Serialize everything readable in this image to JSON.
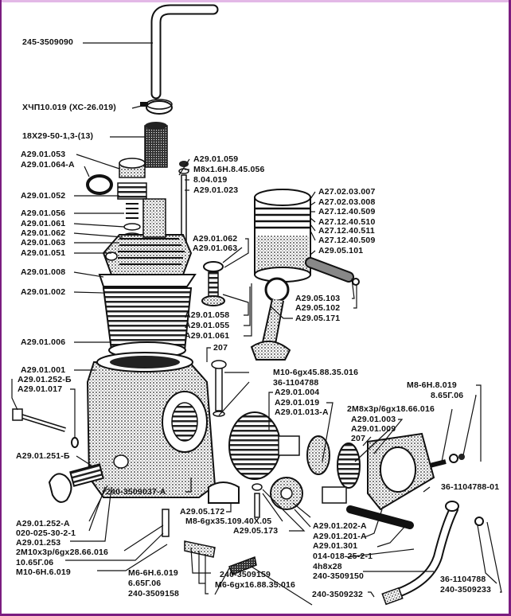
{
  "diagram": {
    "title": "Compressor exploded view",
    "colors": {
      "frame": "#7b1d80",
      "ink": "#111111",
      "background": "#ffffff"
    },
    "labels": [
      {
        "id": "l1",
        "text": "245-3509090"
      },
      {
        "id": "l2",
        "text": "ХЧП10.019 (ХС-26.019)"
      },
      {
        "id": "l3",
        "text": "18Х29-50-1,3-(13)"
      },
      {
        "id": "l4",
        "text": "А29.01.053"
      },
      {
        "id": "l5",
        "text": "А29.01.064-А"
      },
      {
        "id": "l6",
        "text": "А29.01.052"
      },
      {
        "id": "l7",
        "text": "А29.01.056"
      },
      {
        "id": "l8",
        "text": "А29.01.061"
      },
      {
        "id": "l9",
        "text": "А29.01.062"
      },
      {
        "id": "l10",
        "text": "А29.01.063"
      },
      {
        "id": "l11",
        "text": "А29.01.051"
      },
      {
        "id": "l12",
        "text": "А29.01.008"
      },
      {
        "id": "l13",
        "text": "А29.01.002"
      },
      {
        "id": "l14",
        "text": "А29.01.006"
      },
      {
        "id": "l15",
        "text": "А29.01.001"
      },
      {
        "id": "l16",
        "text": "А29.01.252-Б"
      },
      {
        "id": "l17",
        "text": "А29.01.017"
      },
      {
        "id": "l18",
        "text": "А29.01.251-Б"
      },
      {
        "id": "l19",
        "text": "А29.01.252-А"
      },
      {
        "id": "l20",
        "text": "020-025-30-2-1"
      },
      {
        "id": "l21",
        "text": "А29.01.253"
      },
      {
        "id": "l22",
        "text": "2М10х3р/6gх28.66.016"
      },
      {
        "id": "l23",
        "text": "10.65Г.06"
      },
      {
        "id": "l24",
        "text": "М10-6Н.6.019"
      },
      {
        "id": "l25",
        "text": "А29.01.059"
      },
      {
        "id": "l26",
        "text": "М8х1.6Н.8.45.056"
      },
      {
        "id": "l27",
        "text": "8.04.019"
      },
      {
        "id": "l28",
        "text": "А29.01.023"
      },
      {
        "id": "l29",
        "text": "А29.01.062"
      },
      {
        "id": "l30",
        "text": "А29.01.063"
      },
      {
        "id": "l31",
        "text": "А29.01.058"
      },
      {
        "id": "l32",
        "text": "А29.01.055"
      },
      {
        "id": "l33",
        "text": "А29.01.061"
      },
      {
        "id": "l34",
        "text": "207"
      },
      {
        "id": "l35",
        "text": "А27.02.03.007"
      },
      {
        "id": "l36",
        "text": "А27.02.03.008"
      },
      {
        "id": "l37",
        "text": "А27.12.40.509"
      },
      {
        "id": "l38",
        "text": "А27.12.40.510"
      },
      {
        "id": "l39",
        "text": "А27.12.40.511"
      },
      {
        "id": "l40",
        "text": "А27.12.40.509"
      },
      {
        "id": "l41",
        "text": "А29.05.101"
      },
      {
        "id": "l42",
        "text": "А29.05.103"
      },
      {
        "id": "l43",
        "text": "А29.05.102"
      },
      {
        "id": "l44",
        "text": "А29.05.171"
      },
      {
        "id": "l45",
        "text": "М10-6gх45.88.35.016"
      },
      {
        "id": "l46",
        "text": "36-1104788"
      },
      {
        "id": "l47",
        "text": "А29.01.004"
      },
      {
        "id": "l48",
        "text": "А29.01.019"
      },
      {
        "id": "l49",
        "text": "А29.01.013-А"
      },
      {
        "id": "l50",
        "text": "М8-6Н.8.019"
      },
      {
        "id": "l51",
        "text": "8.65Г.06"
      },
      {
        "id": "l52",
        "text": "2М8х3р/6gх18.66.016"
      },
      {
        "id": "l53",
        "text": "А29.01.003"
      },
      {
        "id": "l54",
        "text": "А29.01.009"
      },
      {
        "id": "l55",
        "text": "207"
      },
      {
        "id": "l56",
        "text": "36-1104788-01"
      },
      {
        "id": "l57",
        "text": "240-3509037-А"
      },
      {
        "id": "l58",
        "text": "А29.05.172"
      },
      {
        "id": "l59",
        "text": "М8-6gх35.109.40Х.05"
      },
      {
        "id": "l60",
        "text": "А29.05.173"
      },
      {
        "id": "l61",
        "text": "А29.01.202-А"
      },
      {
        "id": "l62",
        "text": "А29.01.201-А"
      },
      {
        "id": "l63",
        "text": "А29.01.301"
      },
      {
        "id": "l64",
        "text": "014-018-25-2-1"
      },
      {
        "id": "l65",
        "text": "4h8х28"
      },
      {
        "id": "l66",
        "text": "240-3509150"
      },
      {
        "id": "l67",
        "text": "М6-6Н.6.019"
      },
      {
        "id": "l68",
        "text": "6.65Г.06"
      },
      {
        "id": "l69",
        "text": "240-3509158"
      },
      {
        "id": "l70",
        "text": "240-3509159"
      },
      {
        "id": "l71",
        "text": "М6-6gх16.88.35.016"
      },
      {
        "id": "l72",
        "text": "240-3509232"
      },
      {
        "id": "l73",
        "text": "36-1104788"
      },
      {
        "id": "l74",
        "text": "240-3509233"
      }
    ]
  }
}
